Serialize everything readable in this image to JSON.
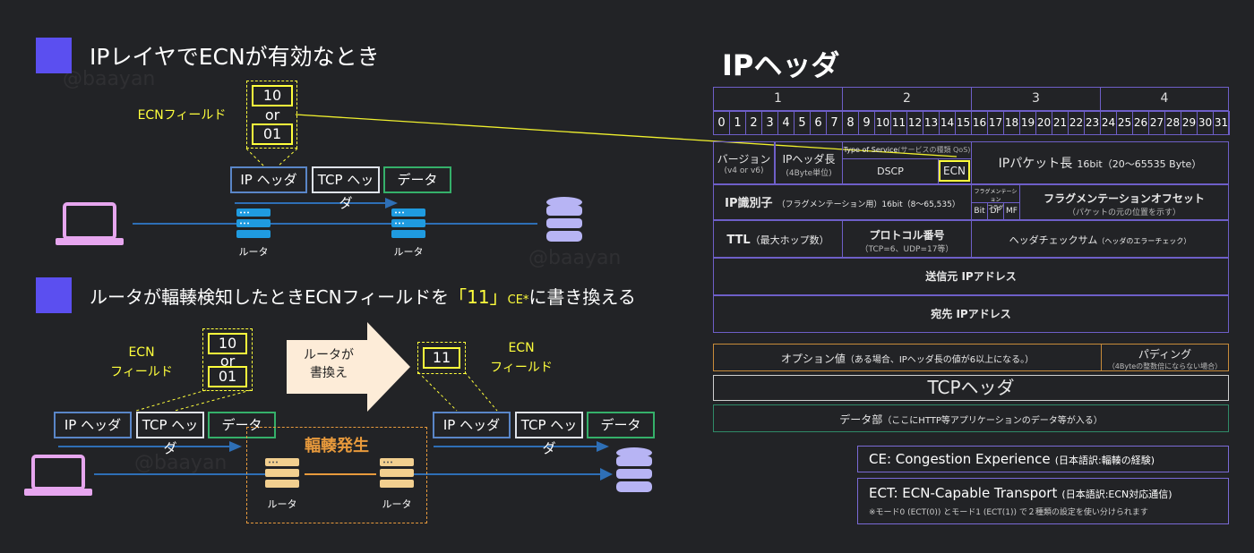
{
  "left": {
    "section1_title": "IPレイヤでECNが有効なとき",
    "section2_title_a": "ルータが輻輳検知したときECNフィールドを",
    "section2_title_b": "「11」",
    "section2_title_c": "CE*",
    "section2_title_d": "に書き換える",
    "ecn_field_label": "ECNフィールド",
    "ecn_label_line1": "ECN",
    "ecn_label_line2": "フィールド",
    "val_10": "10",
    "val_or": "or",
    "val_01": "01",
    "val_11": "11",
    "ip_header": "IP ヘッダ",
    "tcp_header": "TCP ヘッダ",
    "data": "データ",
    "router": "ルータ",
    "arrow_text_line1": "ルータが",
    "arrow_text_line2": "書換え",
    "congestion": "輻輳発生",
    "watermark": "@baayan"
  },
  "ip_header": {
    "title": "IPヘッダ",
    "bytes": [
      "1",
      "2",
      "3",
      "4"
    ],
    "bits": [
      "0",
      "1",
      "2",
      "3",
      "4",
      "5",
      "6",
      "7",
      "8",
      "9",
      "10",
      "11",
      "12",
      "13",
      "14",
      "15",
      "16",
      "17",
      "18",
      "19",
      "20",
      "21",
      "22",
      "23",
      "24",
      "25",
      "26",
      "27",
      "28",
      "29",
      "30",
      "31"
    ],
    "version": "バージョン",
    "version_sub": "(v4 or v6)",
    "ihl": "IPヘッダ長",
    "ihl_sub": "(4Byte単位)",
    "tos": "Type of Service",
    "tos_sub": "(サービスの種類 QoS)",
    "dscp": "DSCP",
    "ecn": "ECN",
    "total_length": "IPパケット長",
    "total_length_sub": "16bit（20〜65535 Byte）",
    "id": "IP識別子",
    "id_sub": "（フラグメンテーション用）16bit（8〜65,535）",
    "flags": "フラグメンテーション",
    "flags_sub": "フラグ",
    "flag_bit": "Bit",
    "flag_df": "DF",
    "flag_mf": "MF",
    "frag_offset": "フラグメンテーションオフセット",
    "frag_offset_sub": "（パケットの元の位置を示す）",
    "ttl": "TTL",
    "ttl_sub": "（最大ホップ数）",
    "protocol": "プロトコル番号",
    "protocol_sub": "（TCP=6、UDP=17等）",
    "checksum": "ヘッダチェックサム",
    "checksum_sub": "（ヘッダのエラーチェック）",
    "src": "送信元 IPアドレス",
    "dst": "宛先 IPアドレス",
    "options": "オプション値",
    "options_sub": "（ある場合、IPヘッダ長の値が6以上になる。）",
    "padding": "パディング",
    "padding_sub": "（4Byteの整数倍にならない場合）",
    "tcp_header": "TCPヘッダ",
    "data": "データ部",
    "data_sub": "（ここにHTTP等アプリケーションのデータ等が入る）"
  },
  "definitions": {
    "ce_main": "CE: Congestion Experience",
    "ce_sub": "(日本語訳:輻輳の経験)",
    "ect_main": "ECT: ECN-Capable Transport",
    "ect_sub": "(日本語訳:ECN対応通信)",
    "note": "※モード0 (ECT(0)) とモード1 (ECT(1)) で２種類の設定を使い分けられます"
  },
  "colors": {
    "accent_square": "#5b4ff0",
    "highlight": "#ffff3c",
    "router_blue": "#1f9be0",
    "router_orange": "#f2cf8f",
    "congestion": "#e89a3c",
    "laptop": "#e7a6ef",
    "database": "#b7b4f4",
    "table_border": "#6e5fc8"
  }
}
